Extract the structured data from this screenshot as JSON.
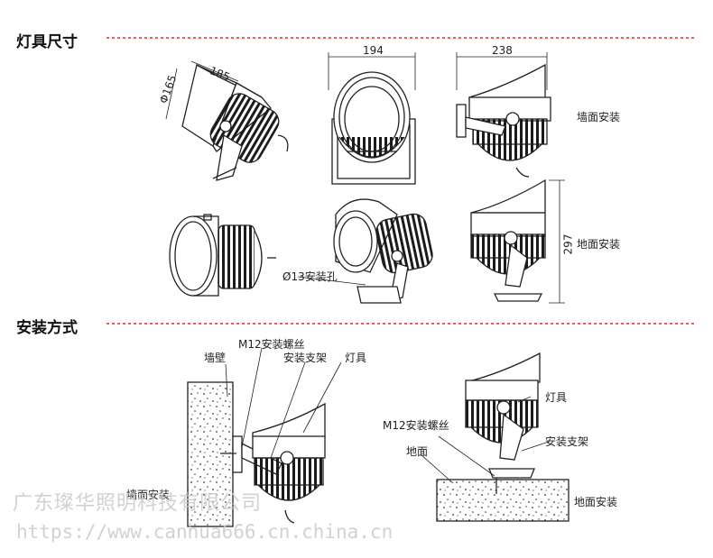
{
  "sections": {
    "dimensions_title": "灯具尺寸",
    "mounting_title": "安装方式"
  },
  "dimensions": {
    "d_165": "Φ165",
    "d_185": "185",
    "d_194": "194",
    "d_238": "238",
    "d_297": "297",
    "hole": "Ø13安装孔"
  },
  "labels": {
    "wall_mount_1": "墙面安装",
    "ground_mount_1": "地面安装",
    "m12_bolt_a": "M12安装螺丝",
    "wall": "墙壁",
    "bracket_a": "安装支架",
    "lamp_a": "灯具",
    "wall_mount_2": "墙面安装",
    "lamp_b": "灯具",
    "m12_bolt_b": "M12安装螺丝",
    "bracket_b": "安装支架",
    "ground": "地面",
    "ground_mount_2": "地面安装"
  },
  "watermark": {
    "company": "广东璨华照明科技有限公司",
    "url": "https://www.canhua666.cn.china.cn"
  },
  "colors": {
    "accent_red": "#d0312d",
    "line": "#222222",
    "watermark": "#c9c9c9"
  }
}
